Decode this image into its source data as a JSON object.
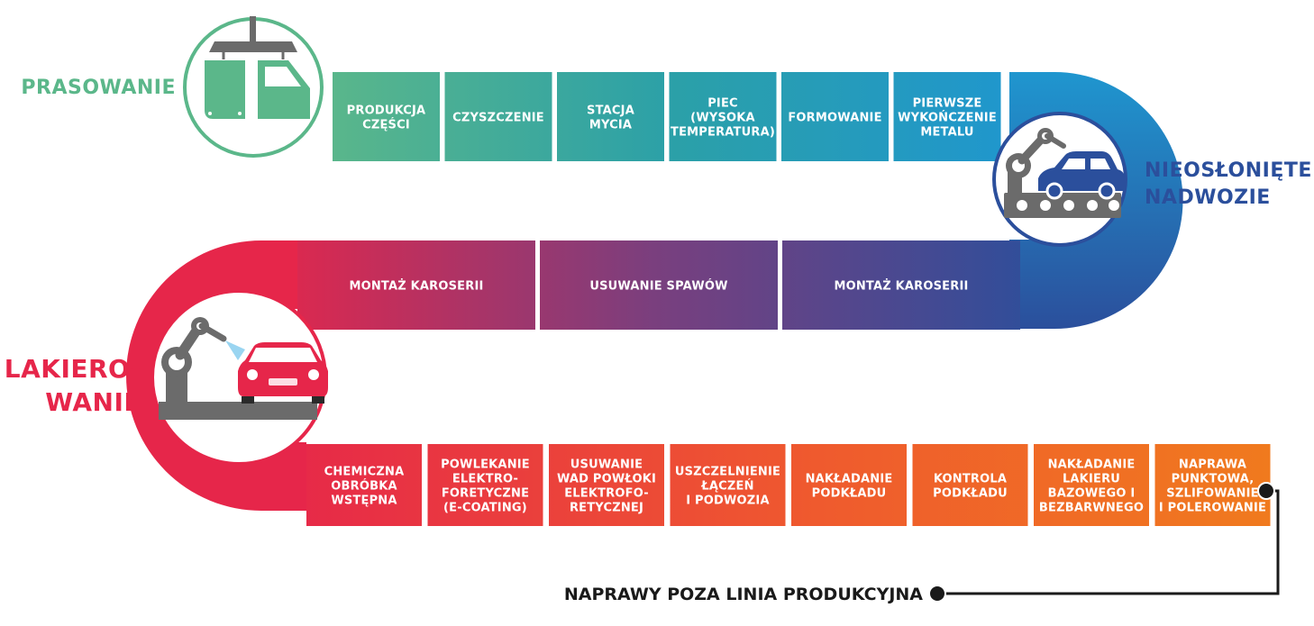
{
  "colors": {
    "green": "#5bb78a",
    "teal": "#2ba0a8",
    "blue": "#1f96cf",
    "navy": "#2b4f9c",
    "purple": "#6e4a8c",
    "red": "#e6264a",
    "orange": "#ef5a2e",
    "orange_last": "#f07a1e",
    "black": "#1a1a1a"
  },
  "stages": {
    "press": "PRASOWANIE",
    "body_white": [
      "NIEOSŁONIĘTE",
      "NADWOZIE"
    ],
    "paint": [
      "LAKIERO-",
      "WANIE"
    ]
  },
  "row1": [
    {
      "lines": [
        "PRODUKCJA",
        "CZĘŚCI"
      ]
    },
    {
      "lines": [
        "CZYSZCZENIE"
      ]
    },
    {
      "lines": [
        "STACJA",
        "MYCIA"
      ]
    },
    {
      "lines": [
        "PIEC",
        "(WYSOKA",
        "TEMPERATURA)"
      ]
    },
    {
      "lines": [
        "FORMOWANIE"
      ]
    },
    {
      "lines": [
        "PIERWSZE",
        "WYKOŃCZENIE",
        "METALU"
      ]
    }
  ],
  "row2": [
    {
      "lines": [
        "MONTAŻ KAROSERII"
      ]
    },
    {
      "lines": [
        "USUWANIE SPAWÓW"
      ]
    },
    {
      "lines": [
        "MONTAŻ KAROSERII"
      ]
    }
  ],
  "row3": [
    {
      "lines": [
        "CHEMICZNA",
        "OBRÓBKA",
        "WSTĘPNA"
      ]
    },
    {
      "lines": [
        "POWLEKANIE",
        "ELEKTRO-",
        "FORETYCZNE",
        "(E-COATING)"
      ]
    },
    {
      "lines": [
        "USUWANIE",
        "WAD POWŁOKI",
        "ELEKTROFO-",
        "RETYCZNEJ"
      ]
    },
    {
      "lines": [
        "USZCZELNIENIE",
        "ŁĄCZEŃ",
        "I PODWOZIA"
      ]
    },
    {
      "lines": [
        "NAKŁADANIE",
        "PODKŁADU"
      ]
    },
    {
      "lines": [
        "KONTROLA",
        "PODKŁADU"
      ]
    },
    {
      "lines": [
        "NAKŁADANIE",
        "LAKIERU",
        "BAZOWEGO I",
        "BEZBARWNEGO"
      ]
    },
    {
      "lines": [
        "NAPRAWA",
        "PUNKTOWA,",
        "SZLIFOWANIE",
        "I POLEROWANIE"
      ]
    }
  ],
  "footer": "NAPRAWY POZA LINIA PRODUKCYJNA"
}
